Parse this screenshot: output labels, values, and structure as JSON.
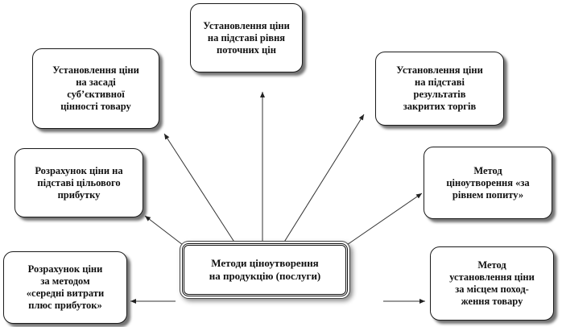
{
  "center": {
    "text": "Методи ціноутворення\nна продукцію  (послуги)"
  },
  "methods": [
    {
      "id": "current-prices",
      "text": "Установлення ціни\nна підставі рівня\nпоточних цін"
    },
    {
      "id": "subjective-value",
      "text": "Установлення ціни\nна засаді\nсуб’єктивної\nцінності товару"
    },
    {
      "id": "closed-tenders",
      "text": "Установлення ціни\nна підставі\nрезультатів\nзакритих торгів"
    },
    {
      "id": "target-profit",
      "text": "Розрахунок  ціни на\nпідставі цільового\nприбутку"
    },
    {
      "id": "demand-level",
      "text": "Метод\nціноутворення «за\nрівнем попиту»"
    },
    {
      "id": "average-cost-plus",
      "text": "Розрахунок ціни\nза методом\n«середні витрати\nплюс прибуток»"
    },
    {
      "id": "origin-place",
      "text": "Метод\nустановлення ціни\nза місцем  поход-\nження товару"
    }
  ]
}
